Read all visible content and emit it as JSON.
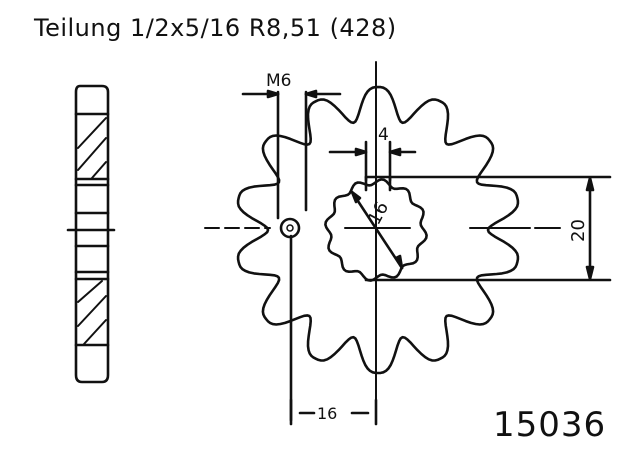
{
  "title": "Teilung 1/2x5/16 R8,51 (428)",
  "part_number": "15036",
  "dimensions": {
    "thread": "M6",
    "keyway_width": "4",
    "hub_diameter": "16",
    "flat_height": "20",
    "bolt_offset": "16"
  },
  "drawing": {
    "teeth": 14,
    "line_color": "#111111",
    "background": "#ffffff"
  }
}
